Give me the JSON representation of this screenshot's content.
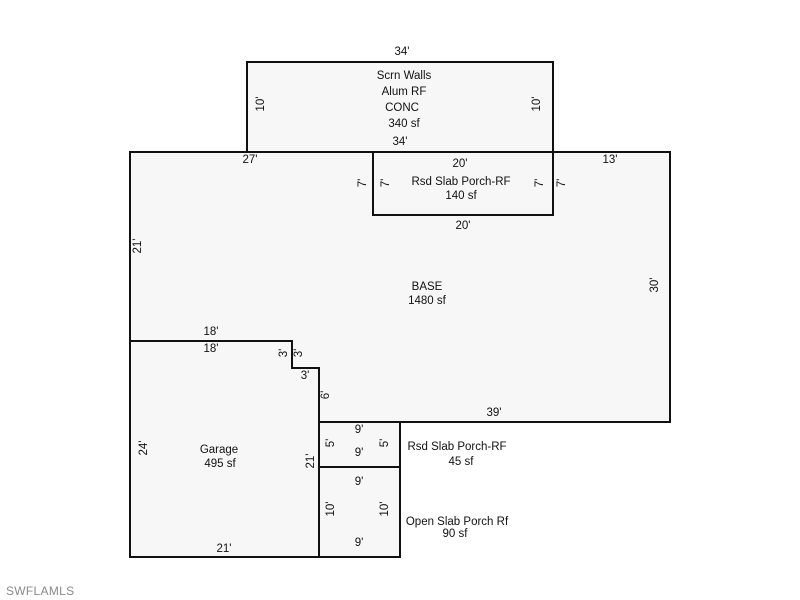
{
  "areas": {
    "screen": {
      "lines": [
        "Scrn Walls",
        "Alum RF",
        "CONC"
      ],
      "area": "340 sf"
    },
    "porch_top": {
      "name": "Rsd Slab Porch-RF",
      "area": "140 sf"
    },
    "base": {
      "name": "BASE",
      "area": "1480 sf"
    },
    "garage": {
      "name": "Garage",
      "area": "495 sf"
    },
    "porch_mid": {
      "name": "Rsd Slab Porch-RF",
      "area": "45 sf"
    },
    "porch_open": {
      "name": "Open Slab Porch Rf",
      "area": "90 sf"
    }
  },
  "dims": {
    "screen_top": "34'",
    "screen_left": "10'",
    "screen_right": "10'",
    "screen_bottom": "34'",
    "base_top_left": "27'",
    "base_top_right": "13'",
    "porch_top_top": "20'",
    "porch_top_bottom": "20'",
    "porch_top_left_out": "7'",
    "porch_top_left_in": "7'",
    "porch_top_right_in": "7'",
    "porch_top_right_out": "7'",
    "base_left": "21'",
    "base_right": "30'",
    "step_top_out": "18'",
    "step_top_in": "18'",
    "step_v_out": "3'",
    "step_v_in": "3'",
    "step_h": "3'",
    "step_v2": "6'",
    "base_bottom": "39'",
    "garage_left": "24'",
    "garage_right": "21'",
    "garage_bottom": "21'",
    "porch_mid_top": "9'",
    "porch_mid_bottom": "9'",
    "porch_mid_left": "5'",
    "porch_mid_right": "5'",
    "porch_open_top": "9'",
    "porch_open_bottom": "9'",
    "porch_open_left": "10'",
    "porch_open_right": "10'"
  },
  "watermark": "SWFLAMLS"
}
